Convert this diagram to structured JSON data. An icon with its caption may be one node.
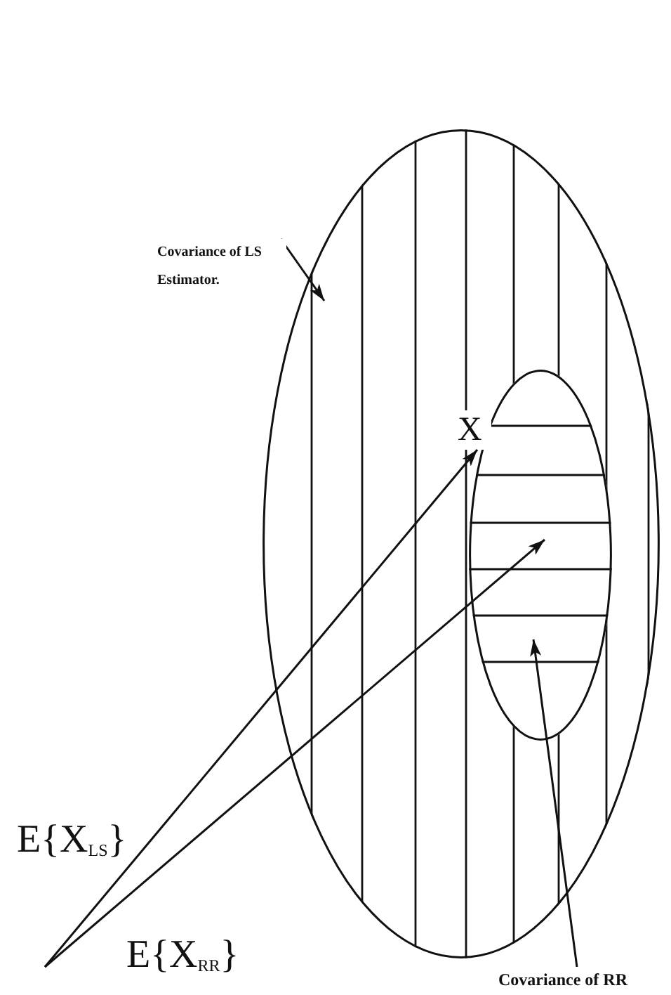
{
  "diagram": {
    "nodes": [
      {
        "text": [],
        "shape": "ellipse"
      },
      {
        "text": [],
        "shape": "ellipse",
        "in": 0
      },
      {
        "text": [
          "Covariance of LS Estimator."
        ]
      },
      {
        "text": [
          "X"
        ],
        "in": 0
      },
      {
        "text": [
          "Covariance of RR"
        ]
      }
    ],
    "edges": [
      {
        "from": 2,
        "to": 0,
        "arrow": "to"
      },
      {
        "from": null,
        "to": 3,
        "arrow": "to",
        "label": "E{X$_{LS}$}"
      },
      {
        "from": null,
        "to": 1,
        "arrow": "to",
        "label": "E{X$_{RR}$}"
      },
      {
        "from": 4,
        "to": 1,
        "arrow": "to"
      }
    ]
  }
}
